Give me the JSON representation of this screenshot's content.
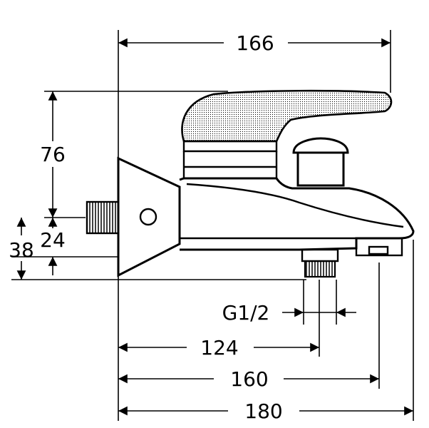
{
  "drawing": {
    "dimensions": {
      "width_top": "166",
      "height_handle": "76",
      "height_inlet_small": "24",
      "height_inlet_large": "38",
      "thread": "G1/2",
      "dist_124": "124",
      "dist_160": "160",
      "dist_180": "180"
    },
    "colors": {
      "ink": "#000000",
      "paper": "#ffffff"
    }
  }
}
